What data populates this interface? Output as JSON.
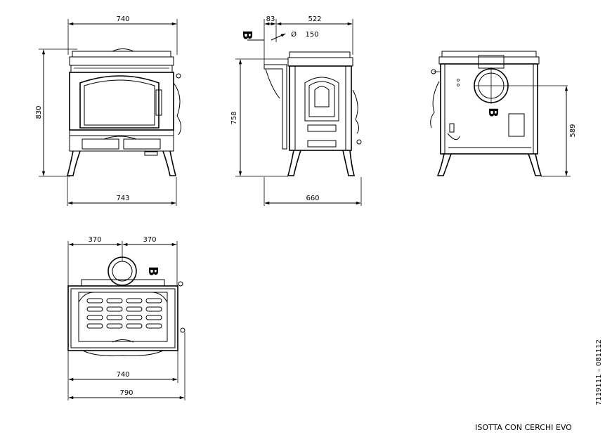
{
  "title": "ISOTTA CON CERCHI EVO",
  "drawing_code": "7119111 – 081112",
  "connection_label": "B",
  "front_view": {
    "width_top": "740",
    "height": "830",
    "width_base": "743"
  },
  "side_view": {
    "offset": "83",
    "depth_top": "522",
    "flue_symbol": "Ø",
    "flue_diameter": "150",
    "height": "758",
    "depth_base": "660"
  },
  "rear_view": {
    "outlet_height": "589"
  },
  "top_view": {
    "half_left": "370",
    "half_right": "370",
    "width_inner": "740",
    "width_outer": "790"
  }
}
